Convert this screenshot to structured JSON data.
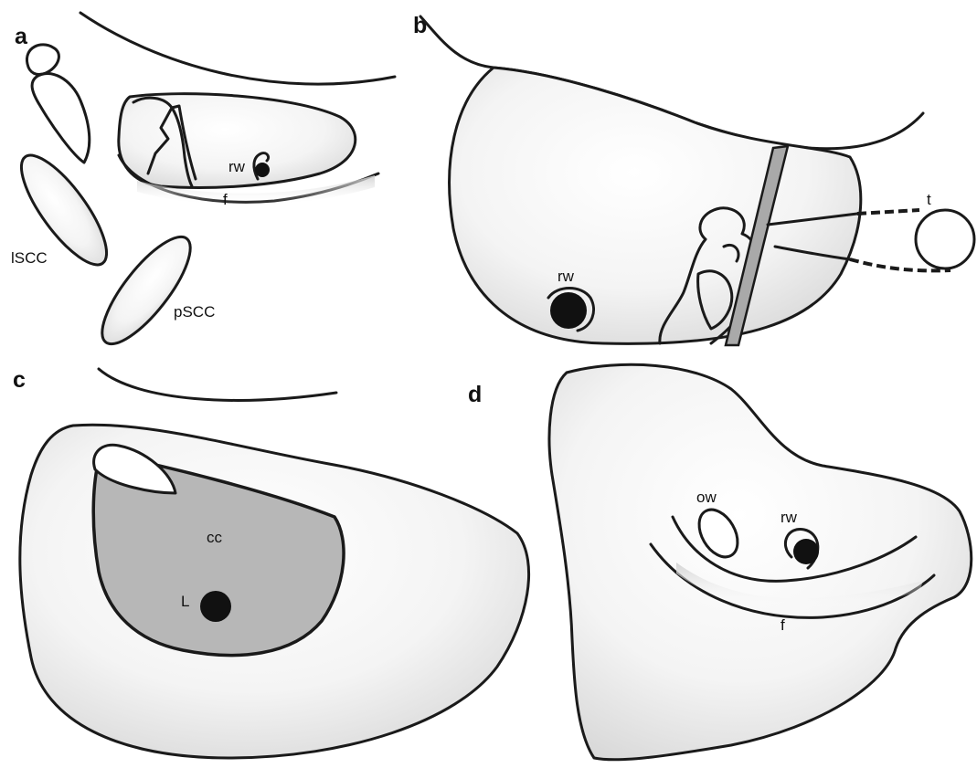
{
  "panels": {
    "a": {
      "letter": "a",
      "labels": {
        "rw": "rw",
        "f": "f",
        "lscc": "lSCC",
        "pscc": "pSCC"
      }
    },
    "b": {
      "letter": "b",
      "labels": {
        "rw": "rw",
        "t": "t"
      }
    },
    "c": {
      "letter": "c",
      "labels": {
        "cc": "cc",
        "L": "L"
      }
    },
    "d": {
      "letter": "d",
      "labels": {
        "ow": "ow",
        "rw": "rw",
        "f": "f"
      }
    }
  },
  "colors": {
    "outline": "#1a1a1a",
    "shade": "#d8d8d8",
    "cochlear_cavity_fill": "#b7b7b7",
    "tube_fill": "#a9a9a9"
  }
}
